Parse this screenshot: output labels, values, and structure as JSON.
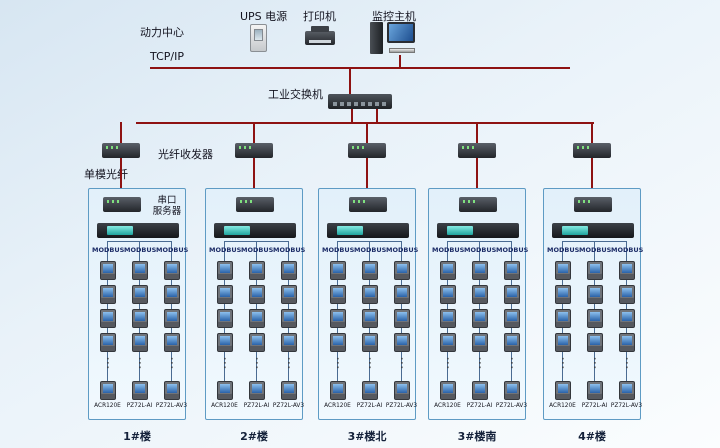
{
  "colors": {
    "connection_line": "#8e1212",
    "group_box_border": "#5e9bc4",
    "modbus_text": "#1b2b66",
    "meter_screen": "#2a62a8",
    "server_screen": "#1fa49e"
  },
  "top": {
    "power_center_label": "动力中心",
    "ups_label": "UPS 电源",
    "printer_label": "打印机",
    "host_label": "监控主机",
    "tcpip_label": "TCP/IP"
  },
  "switch_label": "工业交换机",
  "fiber_transceiver_label": "光纤收发器",
  "single_mode_fiber_label": "单模光纤",
  "serial_server_label_line1": "串口",
  "serial_server_label_line2": "服务器",
  "bus": {
    "protocol": "MODBUS",
    "meter_models": [
      "ACR120E",
      "PZ72L-AI",
      "PZ72L-AV3"
    ],
    "columns_per_group": 3,
    "meters_before_ellipsis": 4,
    "meters_after_ellipsis": 1
  },
  "groups": [
    {
      "name": "1#楼"
    },
    {
      "name": "2#楼"
    },
    {
      "name": "3#楼北"
    },
    {
      "name": "3#楼南"
    },
    {
      "name": "4#楼"
    }
  ]
}
